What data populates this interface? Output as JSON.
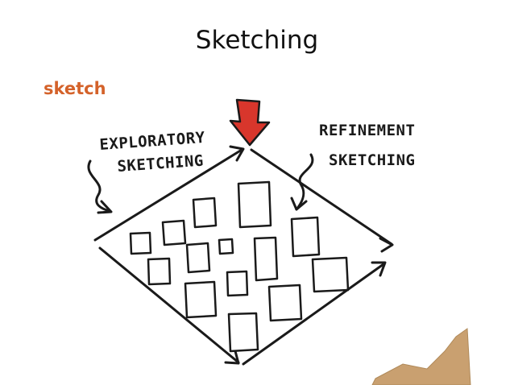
{
  "title": "Sketching",
  "source_label": "sketch",
  "diagram": {
    "left_label": [
      "EXPLORATORY",
      "SKETCHING"
    ],
    "right_label": [
      "REFINEMENT",
      "SKETCHING"
    ],
    "colors": {
      "ink": "#1a1a1a",
      "marker_arrow": "#d8362c",
      "label_accent": "#d4622a",
      "paper_corner": "#c9a070"
    }
  }
}
